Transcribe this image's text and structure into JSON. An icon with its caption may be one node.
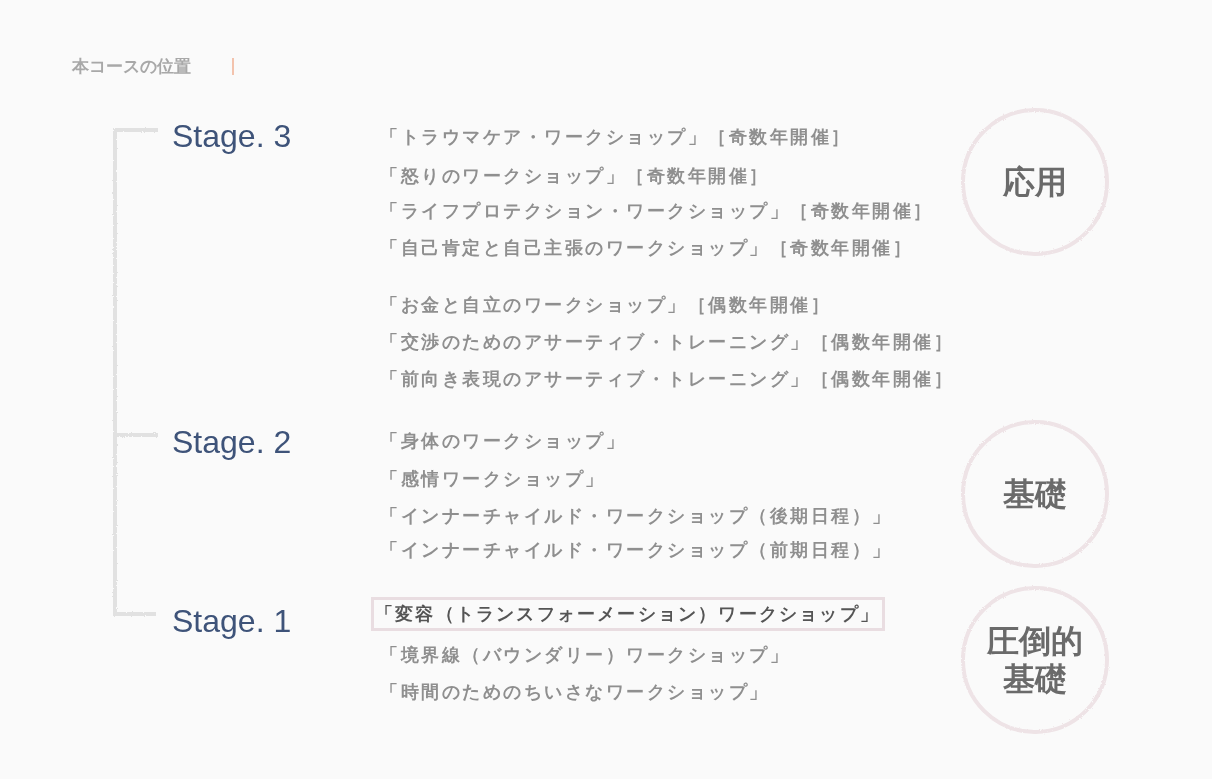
{
  "diagram": {
    "title": "本コースの位置",
    "nodes": [
      {
        "text": [
          "応用"
        ]
      },
      {
        "text": [
          "基礎"
        ]
      },
      {
        "text": [
          "「変容（トランスフォーメーション）ワークショップ」"
        ]
      },
      {
        "text": [
          "圧倒的基礎"
        ]
      }
    ],
    "labels": [
      "Stage. 3",
      "「トラウマケア・ワークショップ」［奇数年開催］",
      "「怒りのワークショップ」［奇数年開催］",
      "「ライフプロテクション・ワークショップ」［奇数年開催］",
      "「自己肯定と自己主張のワークショップ」［奇数年開催］",
      "「お金と自立のワークショップ」［偶数年開催］",
      "「交渉のためのアサーティブ・トレーニング」［偶数年開催］",
      "「前向き表現のアサーティブ・トレーニング」［偶数年開催］",
      "Stage. 2",
      "「身体のワークショップ」",
      "「感情ワークショップ」",
      "「インナーチャイルド・ワークショップ（後期日程）」",
      "「インナーチャイルド・ワークショップ（前期日程）」",
      "Stage. 1",
      "「境界線（バウンダリー）ワークショップ」",
      "「時間のためのちいさなワークショップ」"
    ]
  }
}
